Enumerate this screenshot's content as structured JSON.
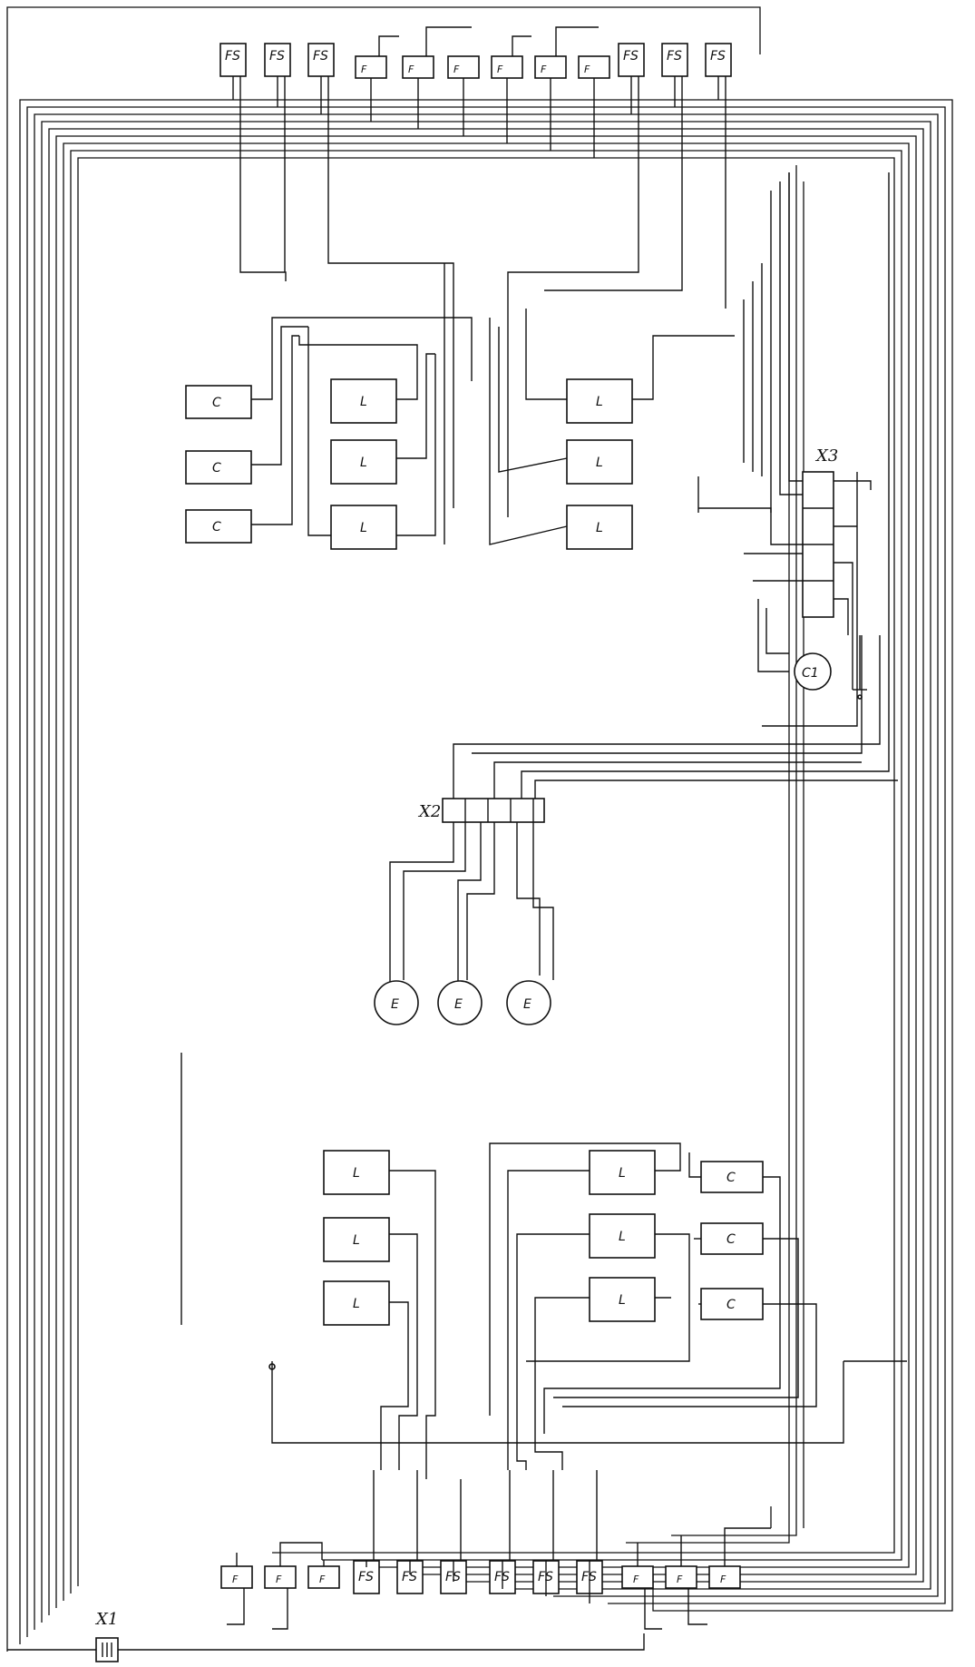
{
  "labels": {
    "fs": "FS",
    "f": "F",
    "c": "C",
    "l": "L",
    "e": "E",
    "c1": "C1",
    "x1": "X1",
    "x2": "X2",
    "x3": "X3"
  },
  "colors": {
    "ink": "#111111",
    "paper": "#ffffff"
  }
}
